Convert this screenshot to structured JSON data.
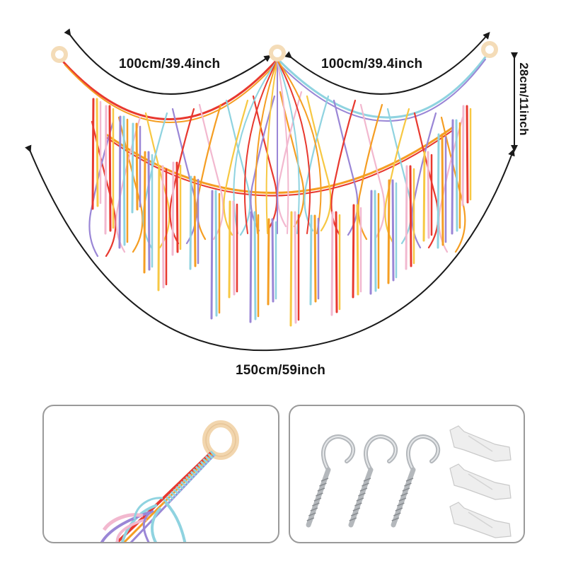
{
  "dimensions": {
    "left_width": "100cm/39.4inch",
    "right_width": "100cm/39.4inch",
    "total_width": "150cm/59inch",
    "height": "28cm/11inch"
  },
  "colors": {
    "arrow": "#1a1a1a",
    "wood_ring": "#f4dcb8",
    "cords": [
      "#e8392f",
      "#f59e23",
      "#f7c843",
      "#9a86d6",
      "#f2b8cf",
      "#8fd3e0",
      "#ffffff"
    ],
    "panel_border": "#9a9a9a",
    "hook_metal": "#b4b8bc",
    "anchor_plastic": "#eeeeee"
  },
  "icons": {
    "main_net": "macrame-hanging-net",
    "detail": "wood-ring-cord-closeup",
    "hooks": "screw-eye-hook",
    "anchors": "wall-plug-anchor"
  }
}
